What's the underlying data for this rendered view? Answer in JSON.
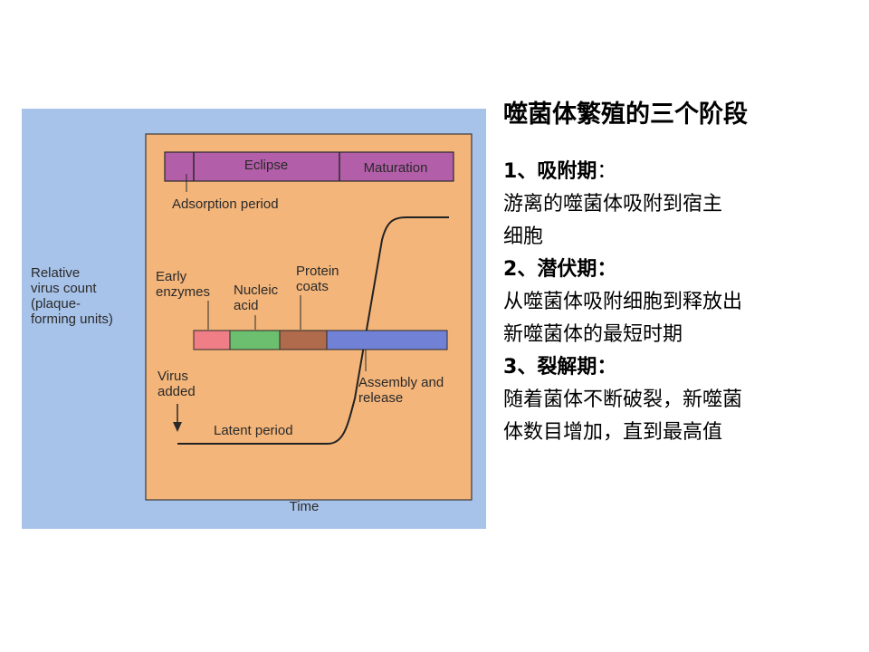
{
  "figure": {
    "colors": {
      "background": "#a8c3ea",
      "panel": "#f3b57a",
      "phase_bar": "#b25ea8",
      "early_enzymes": "#f07e86",
      "nucleic_acid": "#6cbf6e",
      "protein_coats": "#b06a4c",
      "assembly": "#7182d6",
      "curve": "#222222"
    },
    "phase_bar": {
      "eclipse": "Eclipse",
      "maturation": "Maturation"
    },
    "labels": {
      "adsorption": "Adsorption period",
      "y_axis": [
        "Relative",
        "virus count",
        "(plaque-",
        "forming units)"
      ],
      "early_enzymes": [
        "Early",
        "enzymes"
      ],
      "nucleic_acid": [
        "Nucleic",
        "acid"
      ],
      "protein_coats": [
        "Protein",
        "coats"
      ],
      "virus_added": [
        "Virus",
        "added"
      ],
      "assembly": [
        "Assembly and",
        "release"
      ],
      "latent": "Latent period",
      "x_axis": "Time"
    }
  },
  "notes": {
    "title": "噬菌体繁殖的三个阶段",
    "sections": [
      {
        "heading_num": "1",
        "heading_text": "、吸附期",
        "colon": "：",
        "body": "游离的噬菌体吸附到宿主\n细胞"
      },
      {
        "heading_num": "2",
        "heading_text": "、潜伏期",
        "colon": "：",
        "body": "从噬菌体吸附细胞到释放出\n新噬菌体的最短时期"
      },
      {
        "heading_num": "3",
        "heading_text": "、裂解期",
        "colon": "：",
        "body": "随着菌体不断破裂，新噬菌\n体数目增加，直到最高值"
      }
    ]
  }
}
